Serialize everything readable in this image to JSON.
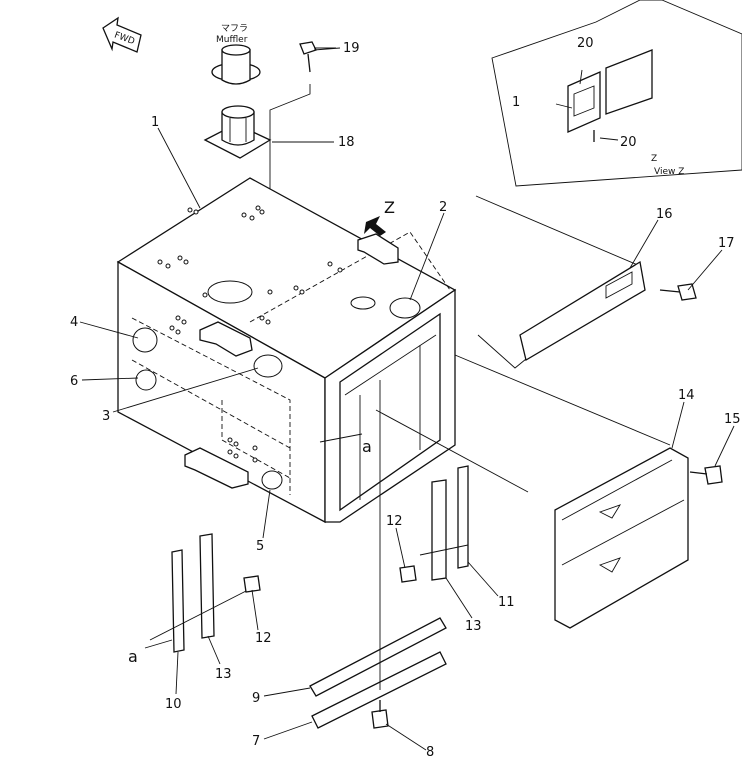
{
  "diagram": {
    "direction_arrow": "FWD",
    "muffler_label_jp": "マフラ",
    "muffler_label_en": "Muffler",
    "view_marker": "Z",
    "inset": {
      "marker": "Z",
      "view_label": "View Z"
    },
    "section_marks": [
      "a",
      "a"
    ],
    "callouts": [
      "1",
      "2",
      "3",
      "4",
      "5",
      "6",
      "7",
      "8",
      "9",
      "10",
      "11",
      "12",
      "12",
      "13",
      "13",
      "14",
      "15",
      "16",
      "17",
      "18",
      "19",
      "20",
      "20",
      "1"
    ]
  }
}
